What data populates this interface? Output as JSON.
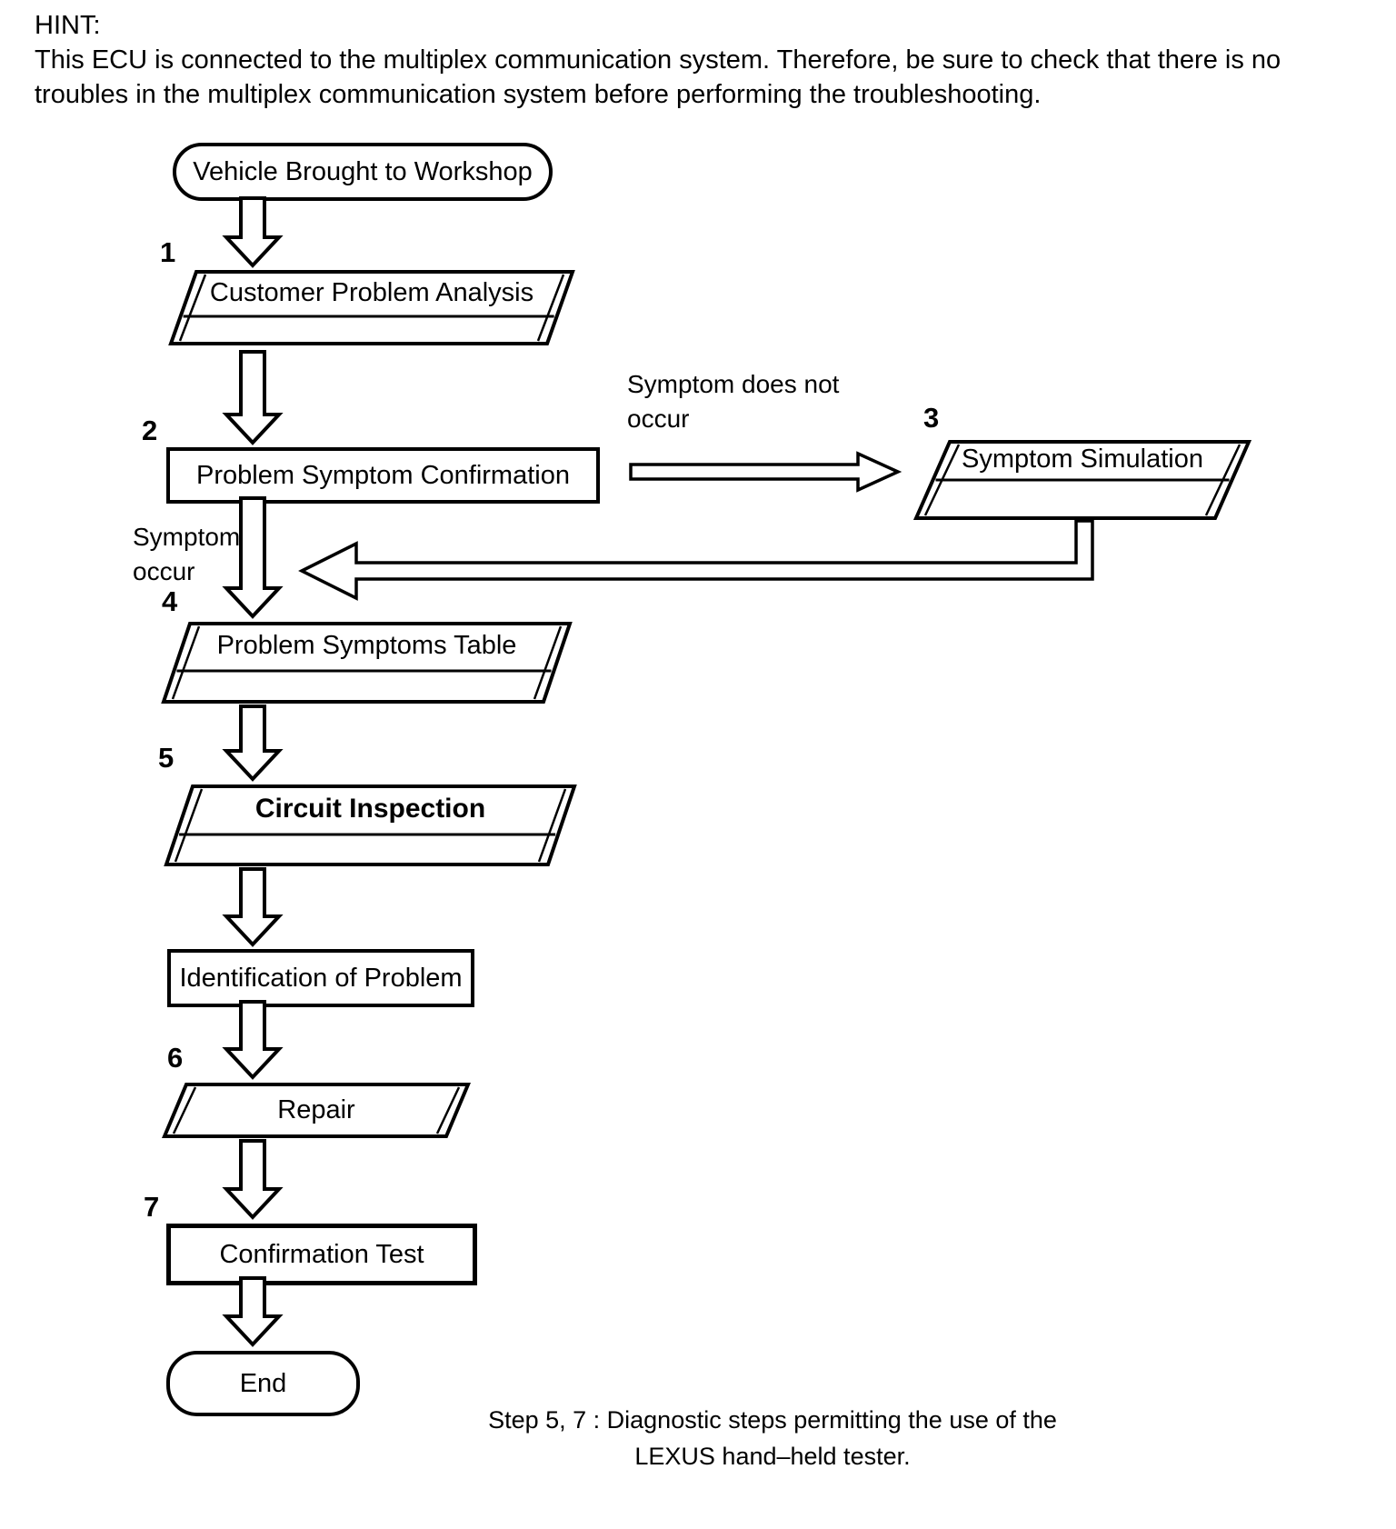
{
  "hint": {
    "label": "HINT:",
    "line1": "This ECU is connected to the multiplex communication system. Therefore, be sure to check that there is no",
    "line2": "troubles in the multiplex communication system before performing the troubleshooting."
  },
  "flowchart": {
    "start": "Vehicle Brought to Workshop",
    "steps": {
      "s1": {
        "num": "1",
        "label": "Customer Problem Analysis"
      },
      "s2": {
        "num": "2",
        "label": "Problem Symptom Confirmation"
      },
      "s3": {
        "num": "3",
        "label": "Symptom Simulation"
      },
      "s4": {
        "num": "4",
        "label": "Problem Symptoms Table"
      },
      "s5": {
        "num": "5",
        "label": "Circuit Inspection"
      },
      "identification": {
        "label": "Identification of Problem"
      },
      "s6": {
        "num": "6",
        "label": "Repair"
      },
      "s7": {
        "num": "7",
        "label": "Confirmation Test"
      }
    },
    "end": "End",
    "branch_labels": {
      "no_symptom_line1": "Symptom does not",
      "no_symptom_line2": "occur",
      "symptom_line1": "Symptom",
      "symptom_line2": "occur"
    },
    "caption_line1": "Step 5, 7 : Diagnostic steps permitting the use of the",
    "caption_line2": "LEXUS hand–held tester.",
    "colors": {
      "ink": "#000000",
      "paper": "#ffffff"
    }
  }
}
